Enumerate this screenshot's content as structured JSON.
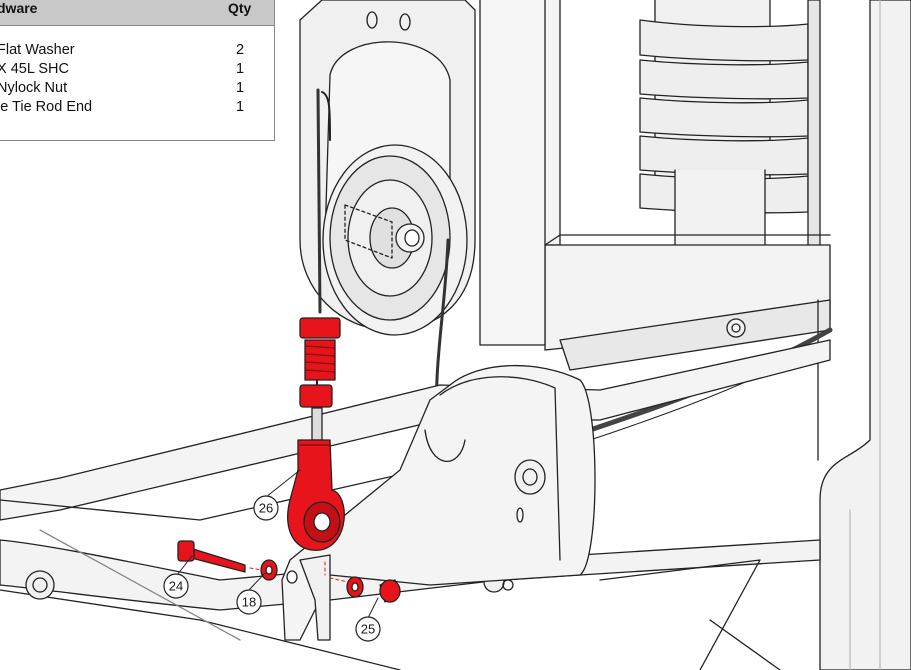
{
  "parts_table": {
    "headers": {
      "description": "dware",
      "qty": "Qty"
    },
    "rows": [
      {
        "description": "Flat Washer",
        "qty": "2"
      },
      {
        "description": "X 45L SHC",
        "qty": "1"
      },
      {
        "description": "Nylock Nut",
        "qty": "1"
      },
      {
        "description": "le Tie Rod End",
        "qty": "1"
      }
    ]
  },
  "callouts": [
    "26",
    "24",
    "18",
    "25"
  ],
  "colors": {
    "highlight_part": "#e8141b",
    "highlight_shadow": "#a80a0f",
    "line": "#222222",
    "frame_fill": "#f2f2f2",
    "table_header": "#c8c8c8"
  }
}
